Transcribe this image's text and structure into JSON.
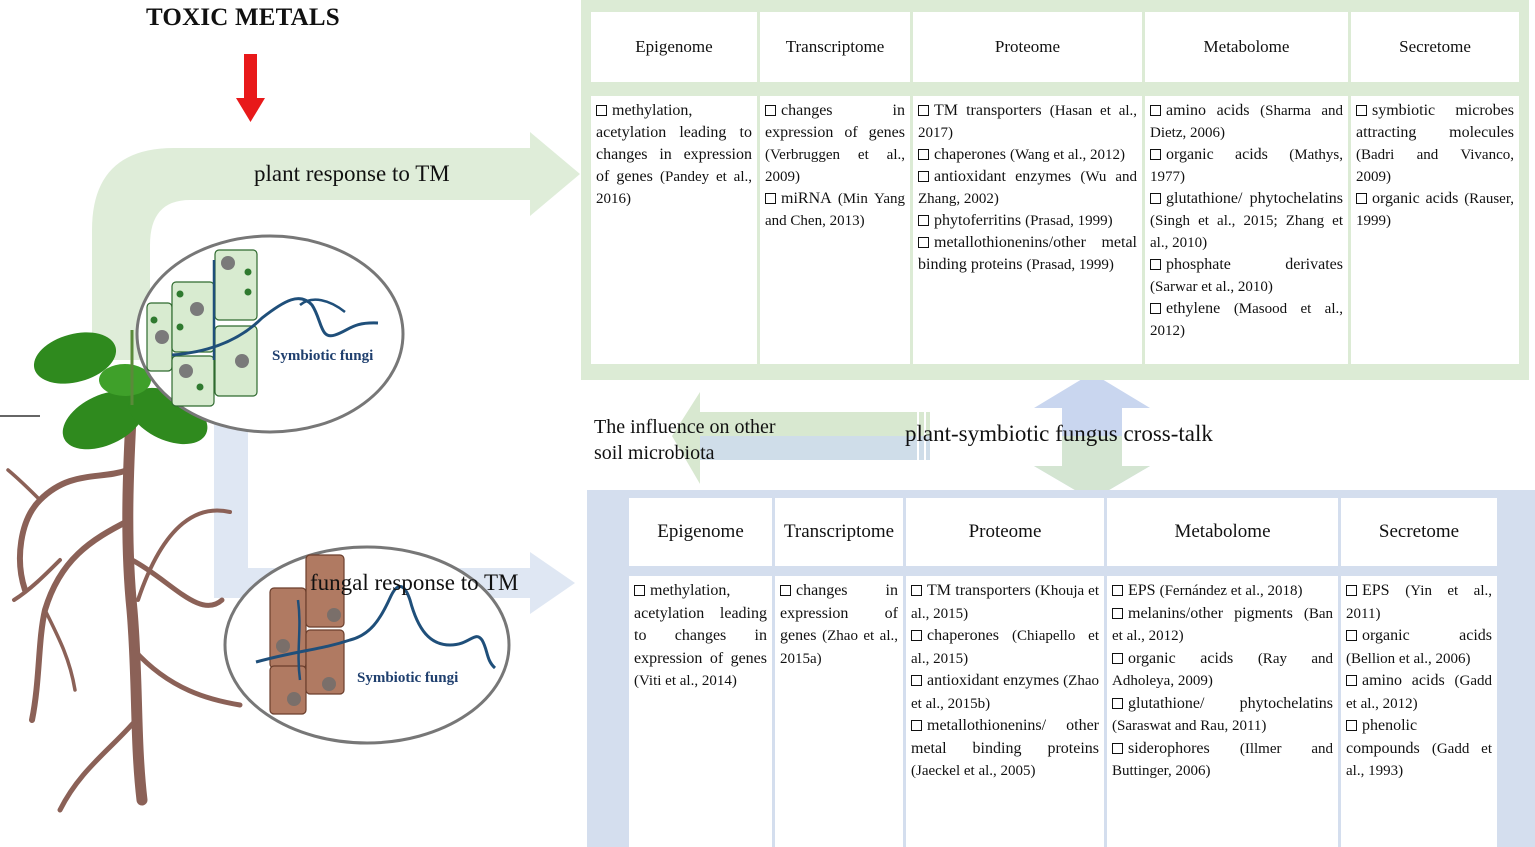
{
  "title": "TOXIC METALS",
  "labels": {
    "plant_response": "plant response to TM",
    "fungal_response": "fungal response to TM",
    "cross_talk": "plant-symbiotic  fungus cross-talk",
    "influence": "The influence on other soil microbiota",
    "symbiotic_fungi_top": "Symbiotic fungi",
    "symbiotic_fungi_bottom": "Symbiotic fungi"
  },
  "colors": {
    "arrow_red": "#e8191a",
    "plant_panel": "#dcebd5",
    "fungal_panel": "#d4deee",
    "root_brown": "#8b6157",
    "leaf_green": "#2f8a1e",
    "fungal_hypha": "#1f4f7a"
  },
  "plant_table": {
    "headers": [
      "Epigenome",
      "Transcriptome",
      "Proteome",
      "Metabolome",
      "Secretome"
    ],
    "columns": [
      [
        {
          "text": "methylation, acetylation leading to changes in expression of genes",
          "cite": "(Pandey et al., 2016)"
        }
      ],
      [
        {
          "text": "changes in expression of genes",
          "cite": "(Verbruggen et al., 2009)"
        },
        {
          "text": "miRNA",
          "cite": "(Min Yang and Chen, 2013)"
        }
      ],
      [
        {
          "text": "TM transporters",
          "cite": "(Hasan et al., 2017)"
        },
        {
          "text": "chaperones",
          "cite": "(Wang et al., 2012)"
        },
        {
          "text": "antioxidant enzymes",
          "cite": "(Wu and Zhang, 2002)"
        },
        {
          "text": "phytoferritins",
          "cite": "(Prasad, 1999)"
        },
        {
          "text": "metallothionenins/other metal binding proteins",
          "cite": "(Prasad, 1999)"
        }
      ],
      [
        {
          "text": "amino acids",
          "cite": "(Sharma and Dietz, 2006)"
        },
        {
          "text": "organic acids",
          "cite": "(Mathys, 1977)"
        },
        {
          "text": "glutathione/ phytochelatins",
          "cite": "(Singh et al., 2015; Zhang et al., 2010)"
        },
        {
          "text": "phosphate derivates",
          "cite": "(Sarwar et al., 2010)"
        },
        {
          "text": "ethylene",
          "cite": "(Masood et al., 2012)"
        }
      ],
      [
        {
          "text": "symbiotic microbes attracting molecules",
          "cite": "(Badri and Vivanco, 2009)"
        },
        {
          "text": "organic acids",
          "cite": "(Rauser, 1999)"
        }
      ]
    ]
  },
  "fungal_table": {
    "headers": [
      "Epigenome",
      "Transcriptome",
      "Proteome",
      "Metabolome",
      "Secretome"
    ],
    "columns": [
      [
        {
          "text": "methylation, acetylation leading to changes in expression of genes",
          "cite": "(Viti et al., 2014)"
        }
      ],
      [
        {
          "text": "changes in expression of genes",
          "cite": "(Zhao et al., 2015a)"
        }
      ],
      [
        {
          "text": "TM transporters",
          "cite": "(Khouja et al., 2015)"
        },
        {
          "text": "chaperones",
          "cite": "(Chiapello et al., 2015)"
        },
        {
          "text": "antioxidant enzymes",
          "cite": "(Zhao et al., 2015b)"
        },
        {
          "text": "metallothionenins/ other metal binding proteins",
          "cite": "(Jaeckel et al., 2005)"
        }
      ],
      [
        {
          "text": "EPS",
          "cite": "(Fernández et al., 2018)"
        },
        {
          "text": "melanins/other pigments",
          "cite": "(Ban et al., 2012)"
        },
        {
          "text": "organic acids",
          "cite": "(Ray and Adholeya, 2009)"
        },
        {
          "text": "glutathione/ phytochelatins",
          "cite": "(Saraswat and Rau, 2011)"
        },
        {
          "text": "siderophores",
          "cite": "(Illmer and Buttinger, 2006)"
        }
      ],
      [
        {
          "text": "EPS",
          "cite": "(Yin et al., 2011)"
        },
        {
          "text": "organic acids",
          "cite": "(Bellion et al., 2006)"
        },
        {
          "text": "amino acids",
          "cite": "(Gadd et al., 2012)"
        },
        {
          "text": "phenolic compounds",
          "cite": "(Gadd et al., 1993)"
        }
      ]
    ]
  }
}
